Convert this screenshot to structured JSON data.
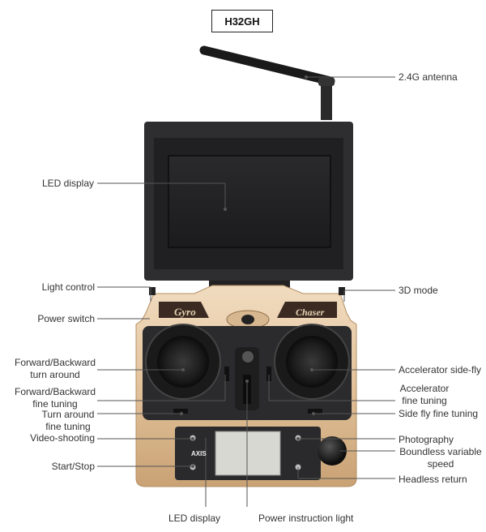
{
  "model": "H32GH",
  "brand_left": "Gyro",
  "brand_right": "Chaser",
  "axis_logo": "AXIS",
  "labels": {
    "antenna": "2.4G antenna",
    "led_display_top": "LED display",
    "light_control": "Light control",
    "mode_3d": "3D mode",
    "power_switch": "Power switch",
    "fwd_turn_1": "Forward/Backward",
    "fwd_turn_2": "turn around",
    "accel_side_fly": "Accelerator side-fly",
    "fwd_fine_1": "Forward/Backward",
    "fwd_fine_2": "fine tuning",
    "accel_fine_1": "Accelerator",
    "accel_fine_2": "fine tuning",
    "turn_fine_1": "Turn around",
    "turn_fine_2": "fine tuning",
    "side_fly_fine": "Side fly fine tuning",
    "video_shooting": "Video-shooting",
    "photography": "Photography",
    "boundless_1": "Boundless variable",
    "boundless_2": "speed",
    "start_stop": "Start/Stop",
    "headless_return": "Headless return",
    "led_display_bottom": "LED display",
    "power_light": "Power instruction light"
  }
}
